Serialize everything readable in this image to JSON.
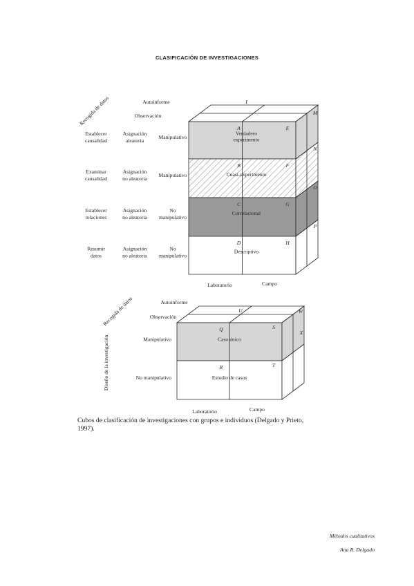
{
  "page_title": "CLASIFICACIÓN DE INVESTIGACIONES",
  "cube1": {
    "axis_diag": "Recogida de datos",
    "row_header_1": "Autoinforme",
    "row_header_2": "Observación",
    "rows": [
      {
        "purpose": [
          "Establecer",
          "causalidad"
        ],
        "assign": [
          "Asignación",
          "aleatoria"
        ],
        "manip": [
          "Manipulativo"
        ],
        "name": [
          "Verdadero",
          "experimento"
        ],
        "front_letter": "A",
        "side_letter": "E",
        "depth_letter": "N",
        "fill": "#d6d6d6"
      },
      {
        "purpose": [
          "Examinar",
          "causalidad"
        ],
        "assign": [
          "Asignación",
          "no aleatoria"
        ],
        "manip": [
          "Manipulativo"
        ],
        "name": [
          "Cuasi-experimento"
        ],
        "front_letter": "B",
        "side_letter": "F",
        "depth_letter": "O",
        "fill": "hatch"
      },
      {
        "purpose": [
          "Establecer",
          "relaciones"
        ],
        "assign": [
          "Asignación",
          "no aleatoria"
        ],
        "manip": [
          "No",
          "manipulativo"
        ],
        "name": [
          "Correlacional"
        ],
        "front_letter": "C",
        "side_letter": "G",
        "depth_letter": "P",
        "fill": "#9a9a9a"
      },
      {
        "purpose": [
          "Resumir",
          "datos"
        ],
        "assign": [
          "Asignación",
          "no aleatoria"
        ],
        "manip": [
          "No",
          "manipulativo"
        ],
        "name": [
          "Descriptivo"
        ],
        "front_letter": "D",
        "side_letter": "H",
        "depth_letter": "",
        "fill": "#ffffff"
      }
    ],
    "top_letter_1": "I",
    "top_letter_2": "M",
    "bottom_labels": [
      "Laboratorio",
      "Campo"
    ]
  },
  "cube2": {
    "axis_diag": "Recogida de datos",
    "axis_vertical": "Diseño de la investigación",
    "row_header_1": "Autoinforme",
    "row_header_2": "Observación",
    "rows": [
      {
        "manip": "Manipulativo",
        "name": "Caso único",
        "front_letter": "Q",
        "side_letter": "S",
        "depth_letter": "X",
        "fill": "#d6d6d6"
      },
      {
        "manip": "No manipulativo",
        "name": "Estudio de casos",
        "front_letter": "R",
        "side_letter": "T",
        "depth_letter": "",
        "fill": "#ffffff"
      }
    ],
    "top_letter_1": "U",
    "top_letter_2": "W",
    "bottom_labels": [
      "Laboratorio",
      "Campo"
    ]
  },
  "caption": "Cubos de clasificación de investigaciones con grupos e individuos (Delgado y Prieto, 1997).",
  "footer": {
    "line1": "Métodos cualitativos",
    "line2": "Ana R. Delgado"
  }
}
